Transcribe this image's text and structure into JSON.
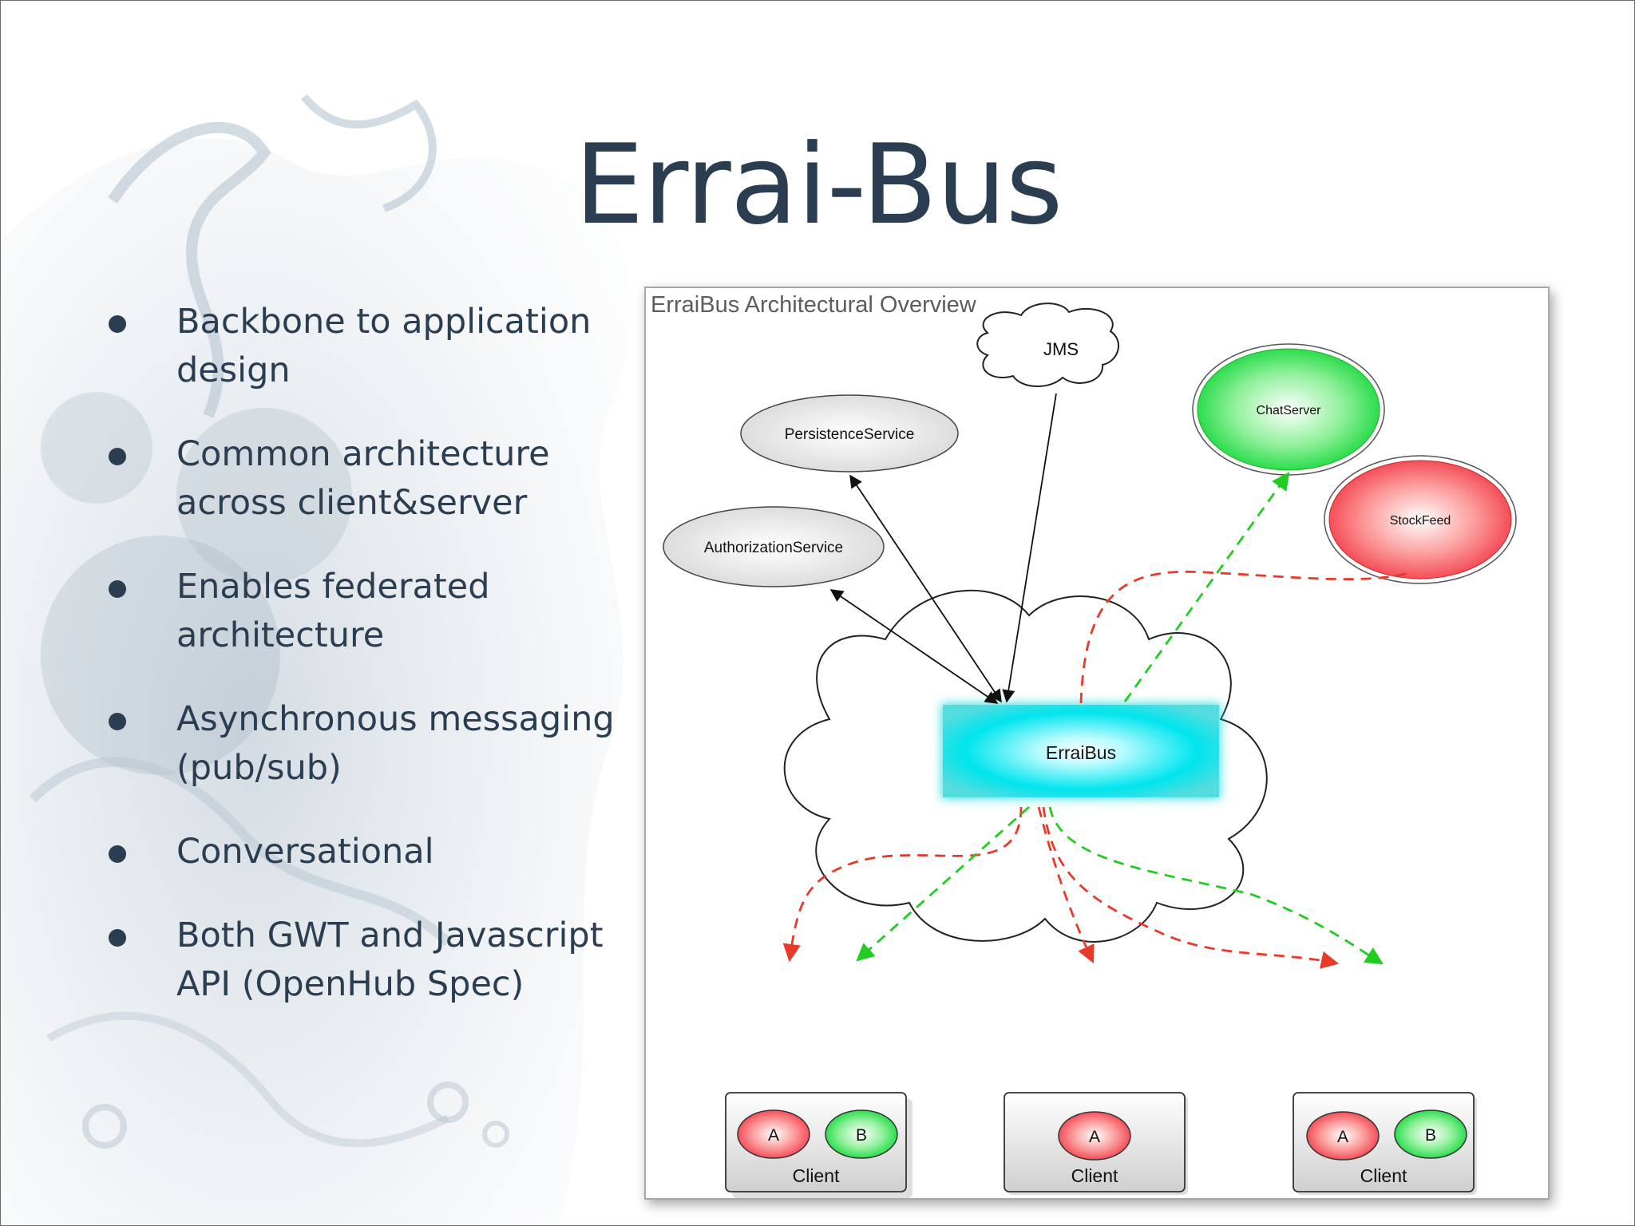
{
  "slide": {
    "title": "Errai-Bus",
    "bullets": [
      {
        "line1": "Backbone to application",
        "line2": "design"
      },
      {
        "line1": "Common architecture",
        "line2": "across client&server"
      },
      {
        "line1": "Enables federated",
        "line2": "architecture"
      },
      {
        "line1": "Asynchronous messaging",
        "line2": "(pub/sub)"
      },
      {
        "line1": "Conversational",
        "line2": ""
      },
      {
        "line1": "Both GWT and Javascript",
        "line2": "API (OpenHub Spec)"
      }
    ]
  },
  "diagram": {
    "title": "ErraiBus Architectural Overview",
    "nodes": {
      "jms": "JMS",
      "persistence": "PersistenceService",
      "authorization": "AuthorizationService",
      "chatserver": "ChatServer",
      "stockfeed": "StockFeed",
      "erraibus": "ErraiBus"
    },
    "clients": [
      {
        "label": "Client",
        "a": "A",
        "b": "B"
      },
      {
        "label": "Client",
        "a": "A"
      },
      {
        "label": "Client",
        "a": "A",
        "b": "B"
      }
    ],
    "colors": {
      "green_edge": "#22cc22",
      "red_edge": "#e83a2a",
      "bus": "#00e5ee",
      "title_text": "#2b3d50"
    }
  }
}
